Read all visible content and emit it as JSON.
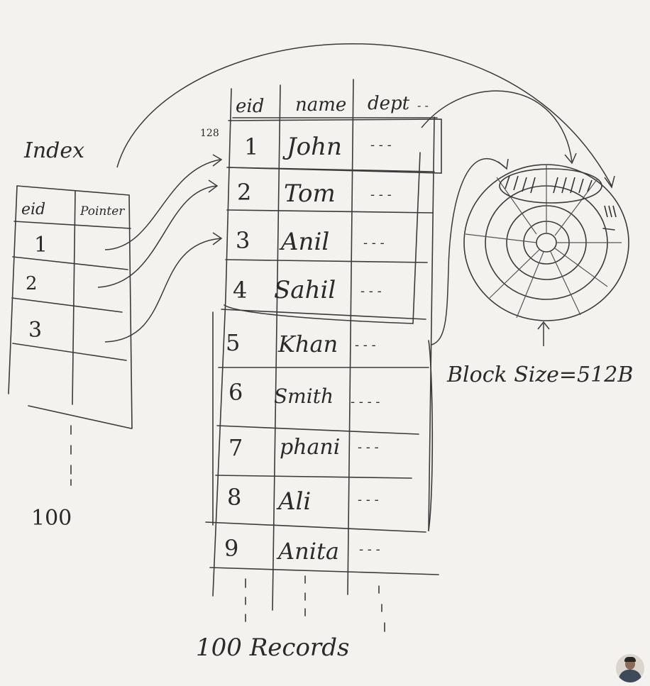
{
  "index_table": {
    "title": "Index",
    "headers": [
      "eid",
      "Pointer"
    ],
    "rows": [
      "1",
      "2",
      "3"
    ],
    "more": "100"
  },
  "data_table": {
    "headers": [
      "eid",
      "name",
      "dept"
    ],
    "header_dots": "- -",
    "start_address": "128",
    "rows": [
      {
        "eid": "1",
        "name": "John",
        "dept": "- - -"
      },
      {
        "eid": "2",
        "name": "Tom",
        "dept": "- - -"
      },
      {
        "eid": "3",
        "name": "Anil",
        "dept": "- - -"
      },
      {
        "eid": "4",
        "name": "Sahil",
        "dept": "- - -"
      },
      {
        "eid": "5",
        "name": "Khan",
        "dept": "- - -"
      },
      {
        "eid": "6",
        "name": "Smith",
        "dept": "- - - -"
      },
      {
        "eid": "7",
        "name": "phani",
        "dept": "- - -"
      },
      {
        "eid": "8",
        "name": "Ali",
        "dept": "- - -"
      },
      {
        "eid": "9",
        "name": "Anita",
        "dept": "- - -"
      }
    ],
    "footer": "100 Records"
  },
  "disk": {
    "block_size_label": "Block Size=512B"
  }
}
